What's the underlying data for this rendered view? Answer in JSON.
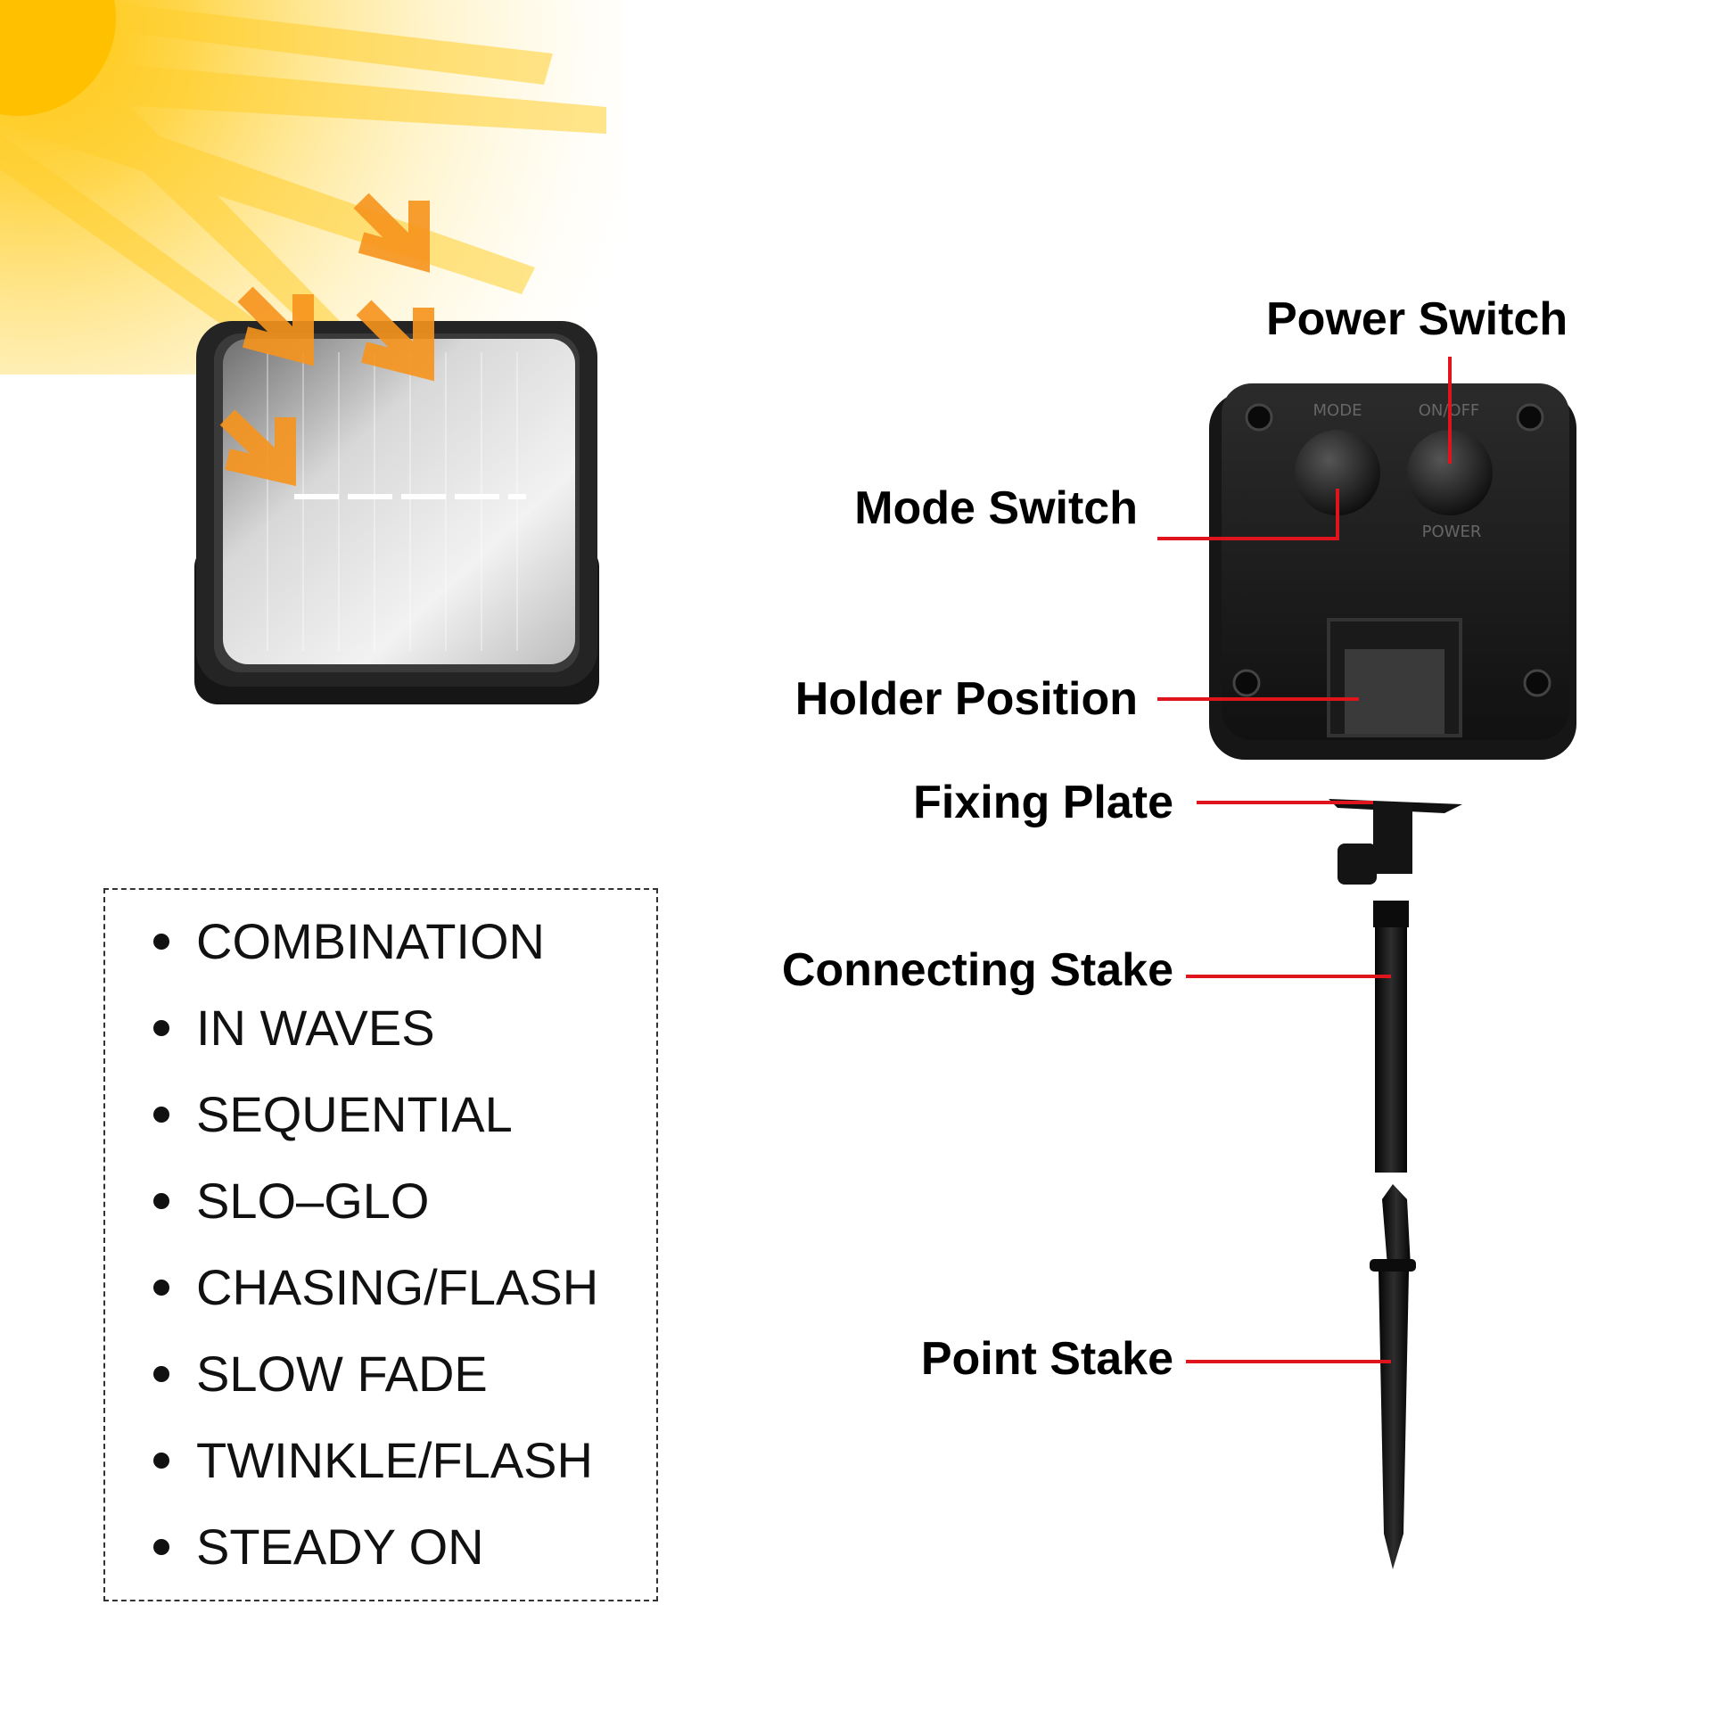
{
  "callouts": {
    "power_switch": "Power Switch",
    "mode_switch": "Mode Switch",
    "holder_position": "Holder Position",
    "fixing_plate": "Fixing Plate",
    "connecting_stake": "Connecting Stake",
    "point_stake": "Point Stake"
  },
  "panel_labels": {
    "mode": "MODE",
    "on_off": "ON/OFF",
    "power": "POWER"
  },
  "modes": [
    "COMBINATION",
    "IN WAVES",
    "SEQUENTIAL",
    "SLO–GLO",
    "CHASING/FLASH",
    "SLOW FADE",
    "TWINKLE/FLASH",
    "STEADY ON"
  ],
  "colors": {
    "leader_line": "#e0141c",
    "sun": "#ffc21a",
    "arrow": "#f7941d",
    "device_body": "#1c1c1c"
  },
  "icons": [
    "sun-icon",
    "arrow-icon"
  ]
}
